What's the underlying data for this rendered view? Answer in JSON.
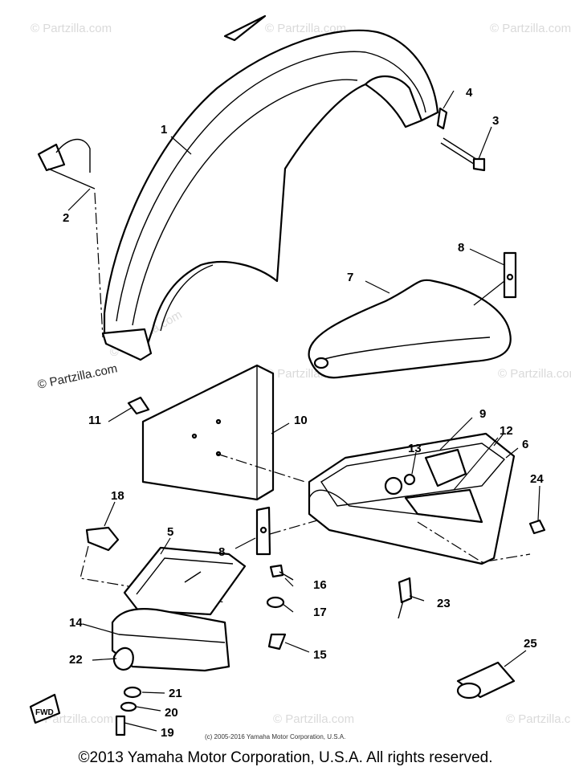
{
  "watermark": "© Partzilla.com",
  "inner_copyright": "(c) 2005-2016 Yamaha Motor Corporation, U.S.A.",
  "footer": "©2013 Yamaha Motor Corporation, U.S.A. All rights reserved.",
  "front_marker": "FWD",
  "callouts": [
    "1",
    "2",
    "3",
    "4",
    "5",
    "6",
    "7",
    "8",
    "8",
    "9",
    "10",
    "11",
    "12",
    "13",
    "14",
    "15",
    "16",
    "17",
    "18",
    "19",
    "20",
    "21",
    "22",
    "23",
    "24",
    "25"
  ]
}
